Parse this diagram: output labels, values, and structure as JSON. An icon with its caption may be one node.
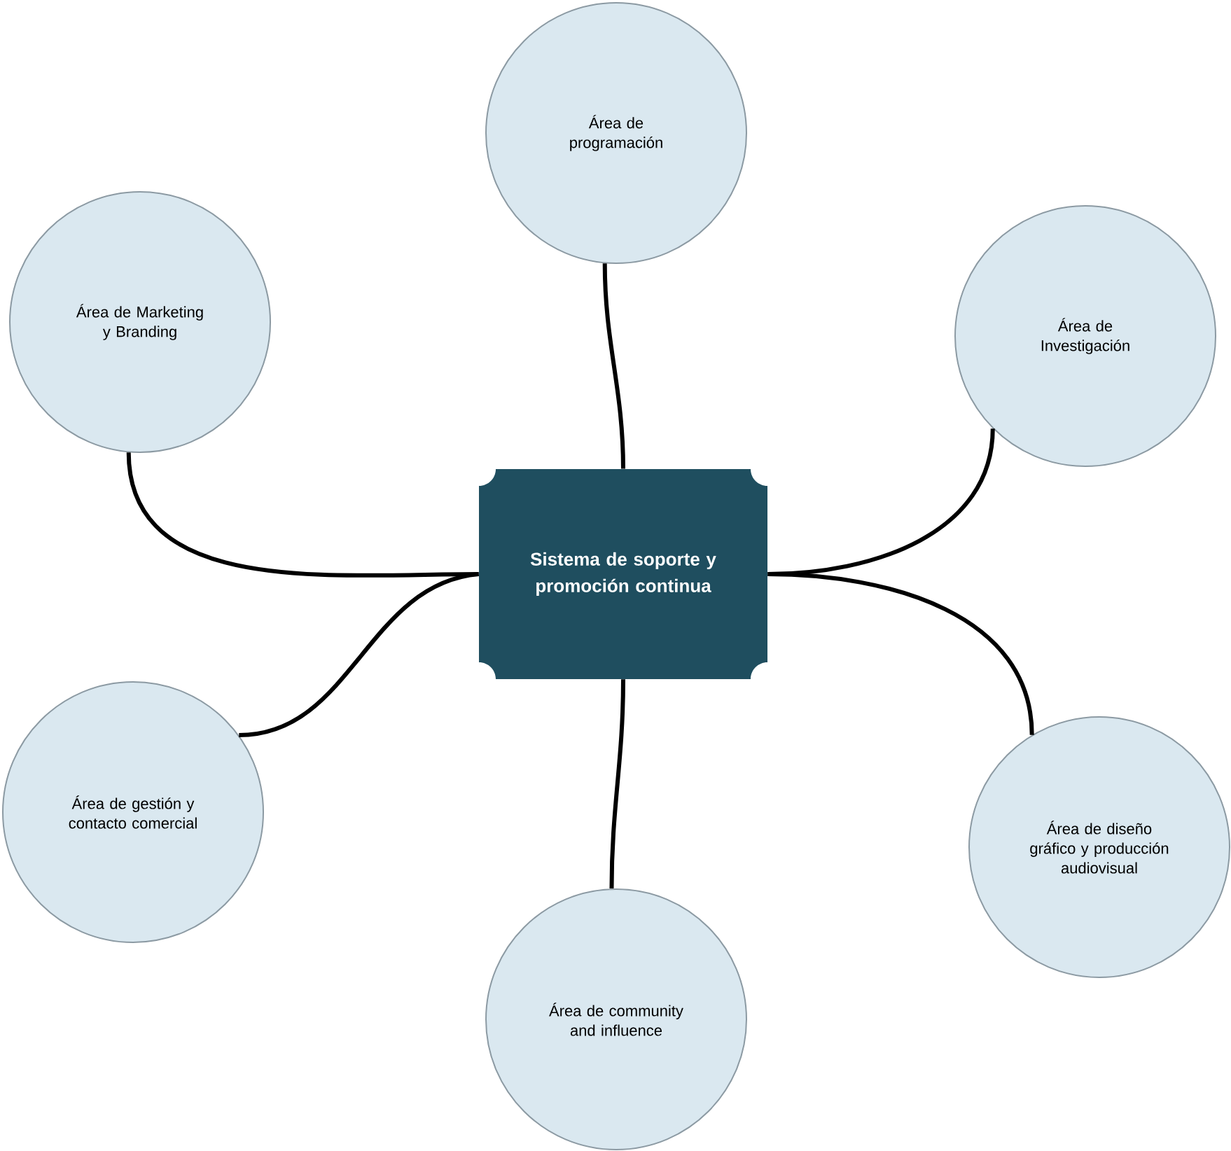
{
  "diagram": {
    "nodes": [
      {
        "text": [
          "Área de programación"
        ]
      },
      {
        "text": [
          "Área de Marketing y Branding"
        ]
      },
      {
        "text": [
          "Área de Investigación"
        ]
      },
      {
        "text": [
          "Sistema de soporte y promoción continua"
        ]
      },
      {
        "text": [
          "Área de gestión y contacto comercial"
        ]
      },
      {
        "text": [
          "Área de diseño gráfico y producción audiovisual"
        ]
      },
      {
        "text": [
          "Área de community and influence"
        ]
      }
    ],
    "edges": [
      {
        "from": 3,
        "to": 0,
        "arrow": "none"
      },
      {
        "from": 3,
        "to": 1,
        "arrow": "none"
      },
      {
        "from": 3,
        "to": 2,
        "arrow": "none"
      },
      {
        "from": 3,
        "to": 4,
        "arrow": "none"
      },
      {
        "from": 3,
        "to": 5,
        "arrow": "none"
      },
      {
        "from": 3,
        "to": 6,
        "arrow": "none"
      }
    ]
  }
}
